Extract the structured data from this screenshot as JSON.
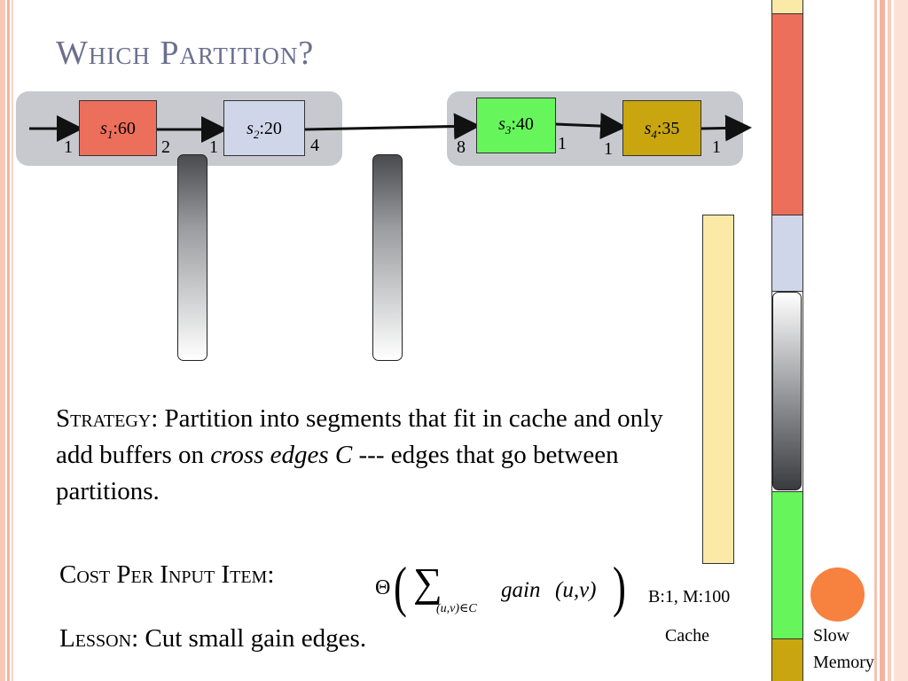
{
  "slide": {
    "title": "Which Partition?"
  },
  "pipeline": {
    "nodes": [
      {
        "id": "s1",
        "base": "s",
        "sub": "1",
        "value": ":60",
        "color": "#ec6f5b",
        "rate_in": "1",
        "rate_out": "2"
      },
      {
        "id": "s2",
        "base": "s",
        "sub": "2",
        "value": ":20",
        "color": "#d0d6ea",
        "rate_in": "1",
        "rate_out": "4"
      },
      {
        "id": "s3",
        "base": "s",
        "sub": "3",
        "value": ":40",
        "color": "#66f55a",
        "rate_in": "8",
        "rate_out": "1"
      },
      {
        "id": "s4",
        "base": "s",
        "sub": "4",
        "value": ":35",
        "color": "#c9a60f",
        "rate_in": "1",
        "rate_out": "1"
      }
    ]
  },
  "text": {
    "strategy_lead": "Strategy",
    "strategy_body_1": ": Partition into segments that fit in cache and only add buffers on ",
    "strategy_italic": "cross edges C",
    "strategy_body_2": " --- edges that go between partitions.",
    "cost_lead": "Cost Per Input Item:",
    "cost_theta": "Θ",
    "cost_sigma": "∑",
    "cost_subscript": "(u,v)∈C",
    "cost_gain": "gain",
    "cost_args": "(u,v)",
    "bm_label": "B:1, M:100",
    "cache_label": "Cache",
    "lesson_lead": "Lesson",
    "lesson_body": ": Cut small gain edges.",
    "slow_memory_1": "Slow",
    "slow_memory_2": "Memory"
  },
  "colors": {
    "title": "#6b6f8e",
    "cache_fill": "#fbe9a8",
    "memory_circle": "#f7813f",
    "group_bg": "#c7c9cf"
  }
}
